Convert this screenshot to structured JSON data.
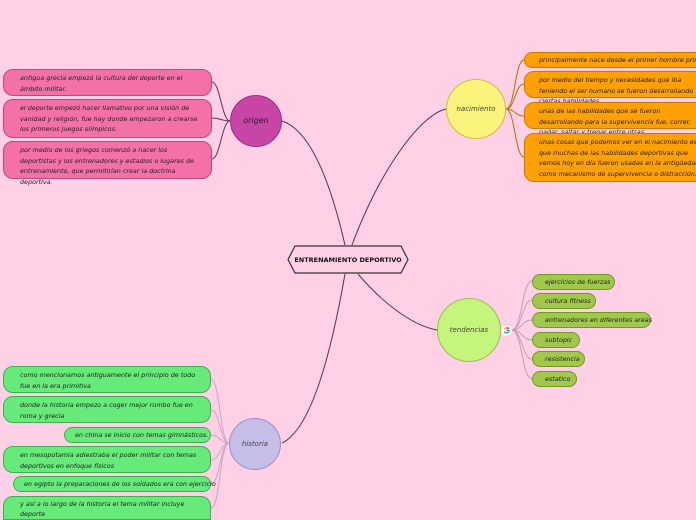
{
  "central_topic": "ENTRENAMIENTO DEPORTIVO",
  "branches": {
    "origen": {
      "label": "origen",
      "notes": [
        "antigua grecia empezó la cultura del deporte en el ámbito militar.",
        "el deporte empezó hacer llamativo por una visión de vanidad y religión, fue hay donde empezaron a crearse los primeros juegos olímpicos.",
        "por medio de los griegos comenzó a nacer los deportistas y los entrenadores y estadios o lugares de entrenamiento, que permitirían crear la doctrina deportiva."
      ]
    },
    "nacimiento": {
      "label": "nacimiento",
      "notes": [
        "principalmente nace desde el primer hombre primario",
        "por medio del tiempo y necesidades que iba teniendo el ser humano se fueron desarrollando ciertas habilidades.",
        "unas de las habilidades que se fueron desarrollando para la supervivencia fue, correr, nadar, saltar y trepar entre otras.",
        "unas cosas que podemos ver en el nacimiento es que muchas de las habilidades deportivas que vemos hoy en día fueron usadas en la antigüedad como mecanismo de supervivencia o distracción."
      ]
    },
    "tendencias": {
      "label": "tendencias",
      "items": [
        "ejercicios de fuerzas",
        "cultura fitness",
        "entrenadores en diferentes areas",
        "subtopic",
        "resistencia",
        "estatico"
      ]
    },
    "historia": {
      "label": "historia",
      "notes": [
        "como mencionamos antiguamente el principio de todo fue en la era primitiva",
        "donde la historia empezo a coger mejor rumbo fue en roma y grecia",
        "en china se inicio con temas gimnásticos.",
        "en mesopotamia adiestraba el poder militar con temas deportivos en enfoque físicos",
        "en egipto la preparaciones de los soldados era con ejercicio",
        "y así a lo largo de la historia el tema militar incluye deporte"
      ]
    }
  },
  "colors": {
    "background": "#ffd0e6",
    "origen": "#c745a5",
    "origen_notes": "#f371a6",
    "nacimiento": "#fbf47c",
    "nacimiento_notes": "#ffa004",
    "tendencias": "#c6f57c",
    "tendencias_items": "#a0c84a",
    "historia": "#c6bde8",
    "historia_notes": "#66ea7a"
  },
  "icons": {
    "tendencias_badge": "google-g-icon"
  }
}
